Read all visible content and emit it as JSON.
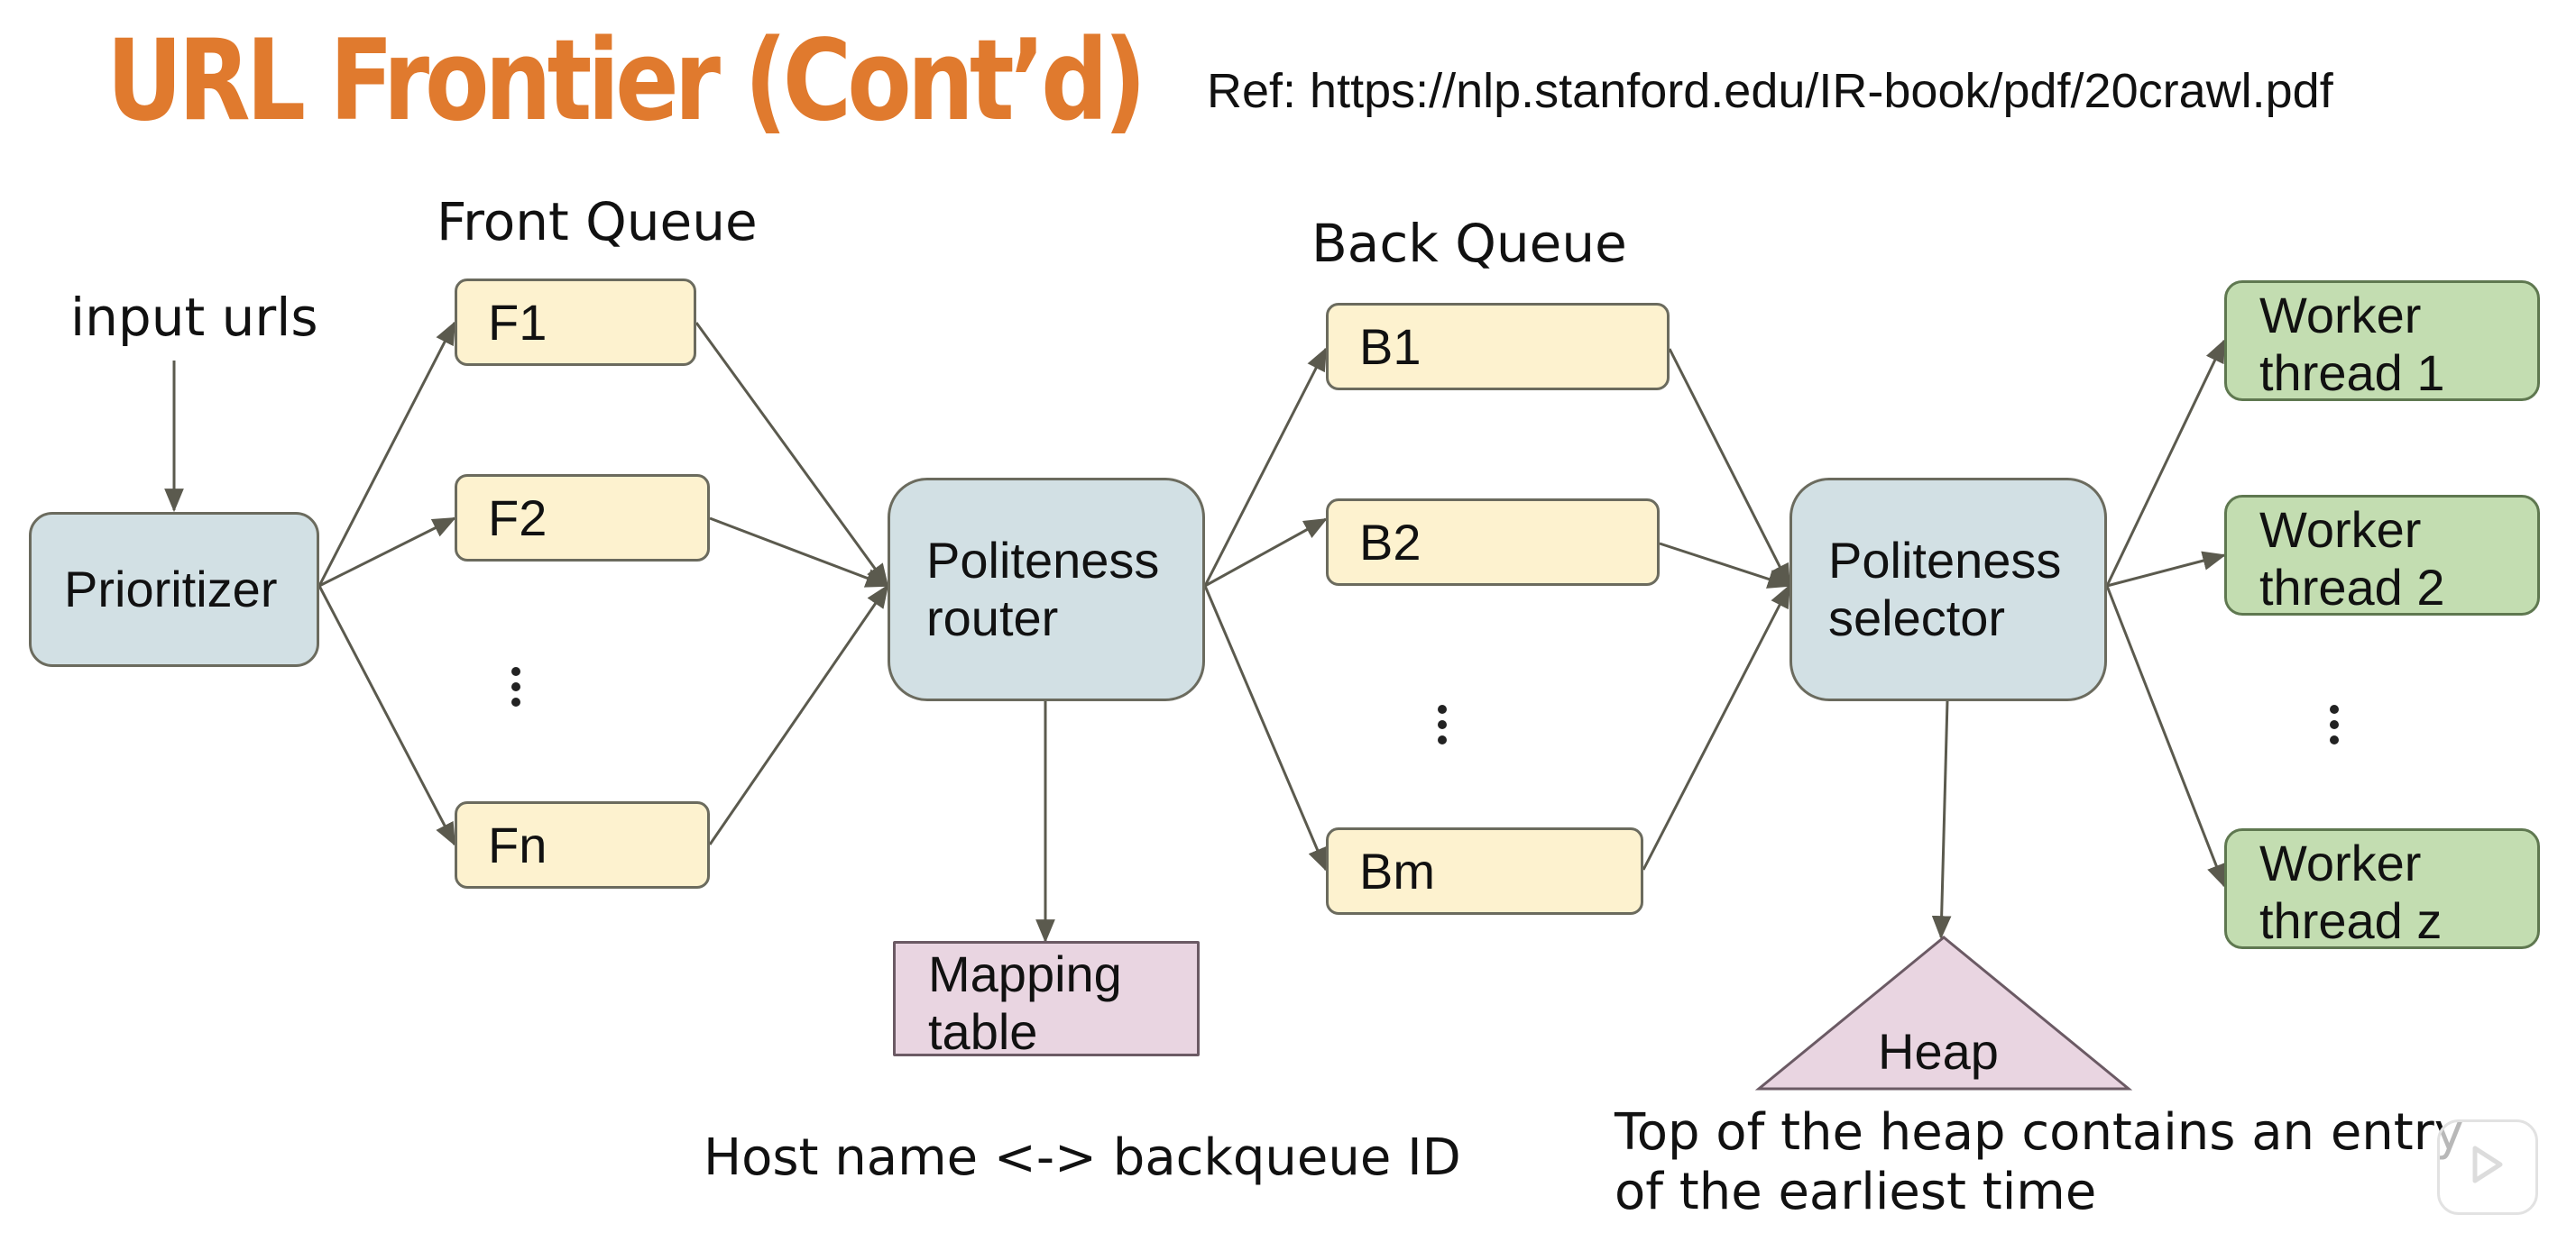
{
  "title": "URL Frontier (Cont’d)",
  "ref": "Ref: https://nlp.stanford.edu/IR-book/pdf/20crawl.pdf",
  "labels": {
    "front_queue": "Front Queue",
    "back_queue": "Back Queue",
    "input_urls": "input urls"
  },
  "nodes": {
    "prioritizer": "Prioritizer",
    "f1": "F1",
    "f2": "F2",
    "fn": "Fn",
    "politeness_router": [
      "Politeness",
      "router"
    ],
    "b1": "B1",
    "b2": "B2",
    "bm": "Bm",
    "politeness_selector": [
      "Politeness",
      "selector"
    ],
    "workers": [
      [
        "Worker",
        "thread 1"
      ],
      [
        "Worker",
        "thread 2"
      ],
      [
        "Worker",
        "thread z"
      ]
    ],
    "mapping_table": [
      "Mapping",
      "table"
    ],
    "heap": "Heap"
  },
  "notes": {
    "host_mapping": "Host name <-> backqueue ID",
    "heap_note": [
      "Top of the heap contains an entry",
      "of the earliest time"
    ]
  },
  "colors": {
    "title": "#E07A2E",
    "queue_fill": "#FDF2CF",
    "process_fill": "#D2E0E4",
    "worker_fill": "#C3DDB1",
    "mapping_fill": "#E9D5E1",
    "heap_fill": "#E9D5E1",
    "arrow": "#5b5a4e"
  },
  "icons": [
    "ellipsis-vertical-icon",
    "play-icon"
  ]
}
